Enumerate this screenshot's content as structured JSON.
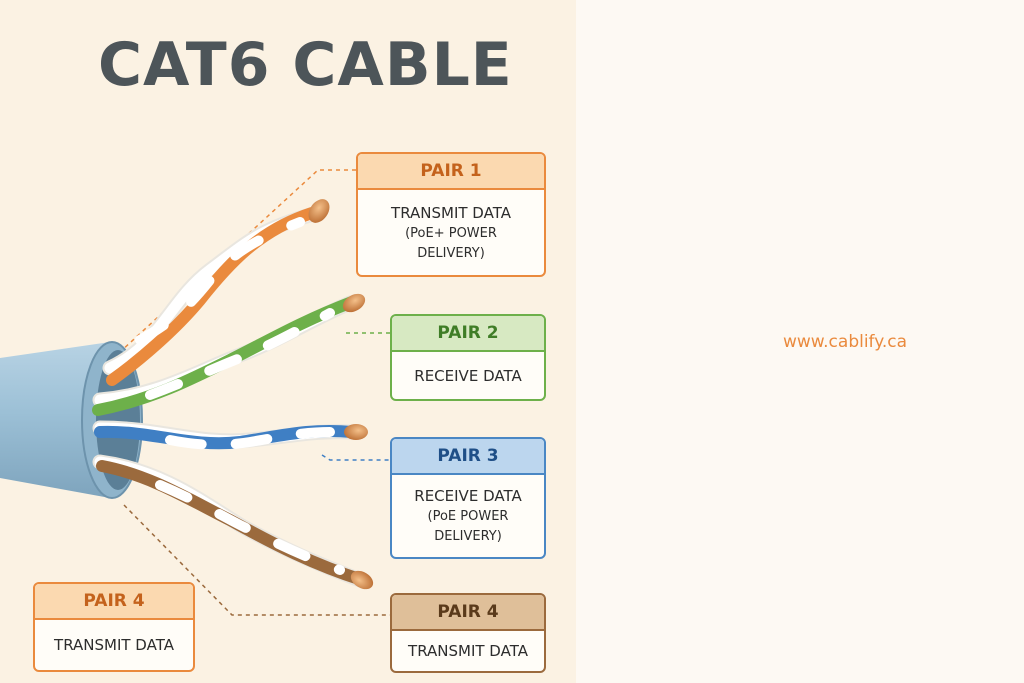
{
  "title": "CAT6 CABLE",
  "website": "www.cablify.ca",
  "pairs": [
    {
      "label": "PAIR 1",
      "line1": "TRANSMIT DATA",
      "line2": "(PoE+ POWER",
      "line3": "DELIVERY)",
      "color": "#ea8a3d"
    },
    {
      "label": "PAIR 2",
      "line1": "RECEIVE DATA",
      "color": "#6db04a"
    },
    {
      "label": "PAIR 3",
      "line1": "RECEIVE DATA",
      "line2": "(PoE POWER",
      "line3": "DELIVERY)",
      "color": "#4a87c4"
    },
    {
      "label": "PAIR 4",
      "line1": "TRANSMIT DATA",
      "color": "#9b6a3d"
    },
    {
      "label": "PAIR 4",
      "line1": "TRANSMIT DATA",
      "color": "#ea8a3d"
    }
  ],
  "colors": {
    "orange": "#ea8a3d",
    "green": "#6db04a",
    "blue": "#3f7fc4",
    "brown": "#9b6a3d",
    "jacket": "#9cc0d6",
    "copper": "#d3884a",
    "title": "#4d5559"
  }
}
